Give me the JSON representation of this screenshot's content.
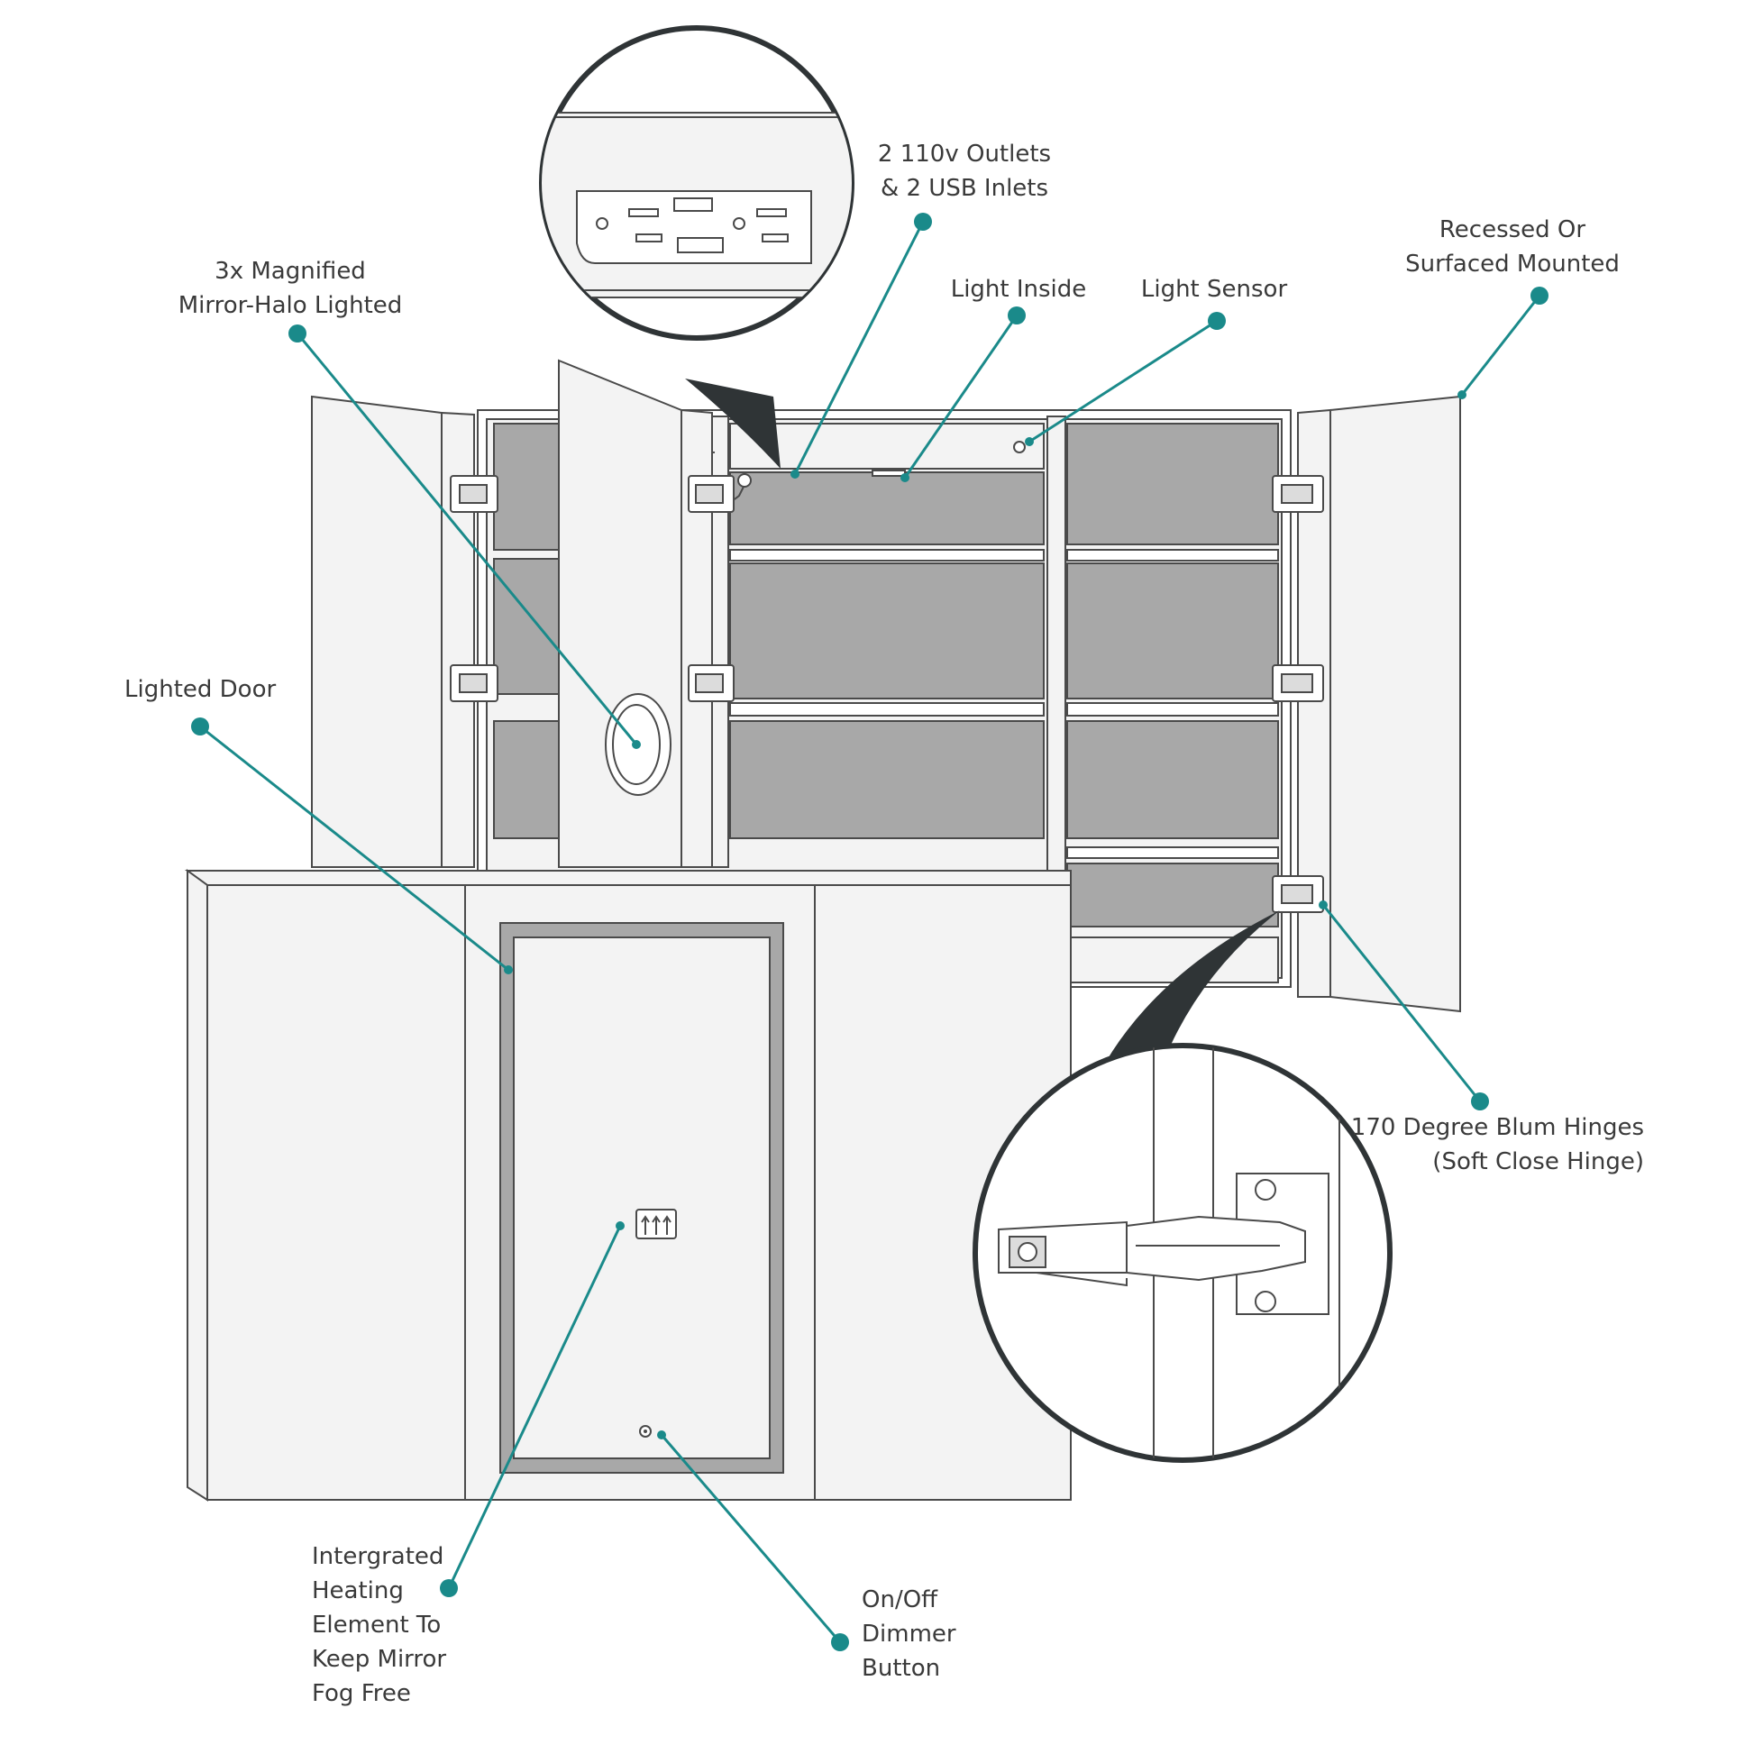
{
  "colors": {
    "accent": "#1a8a8a",
    "outline": "#4a4a4a",
    "panel": "#f3f3f3",
    "shelf_back": "#a8a8a8",
    "bubble_dark": "#2f3436"
  },
  "callouts": {
    "outlets": {
      "line1": "2 110v Outlets",
      "line2": "& 2 USB Inlets"
    },
    "magnified": {
      "line1": "3x Magnified",
      "line2": "Mirror-Halo Lighted"
    },
    "light_inside": {
      "line1": "Light Inside"
    },
    "light_sensor": {
      "line1": "Light Sensor"
    },
    "recessed": {
      "line1": "Recessed Or",
      "line2": "Surfaced Mounted"
    },
    "lighted_door": {
      "line1": "Lighted Door"
    },
    "hinges": {
      "line1": "170 Degree Blum Hinges",
      "line2": "(Soft Close Hinge)"
    },
    "heating": {
      "line1": "Intergrated",
      "line2": "Heating",
      "line3": "Element To",
      "line4": "Keep Mirror",
      "line5": "Fog Free"
    },
    "dimmer": {
      "line1": "On/Off",
      "line2": "Dimmer",
      "line3": "Button"
    }
  },
  "icons": {
    "heating": "defogger-heat-icon",
    "button": "power-button-icon",
    "outlet": "outlet-usb-icon",
    "hinge": "hinge-icon"
  }
}
